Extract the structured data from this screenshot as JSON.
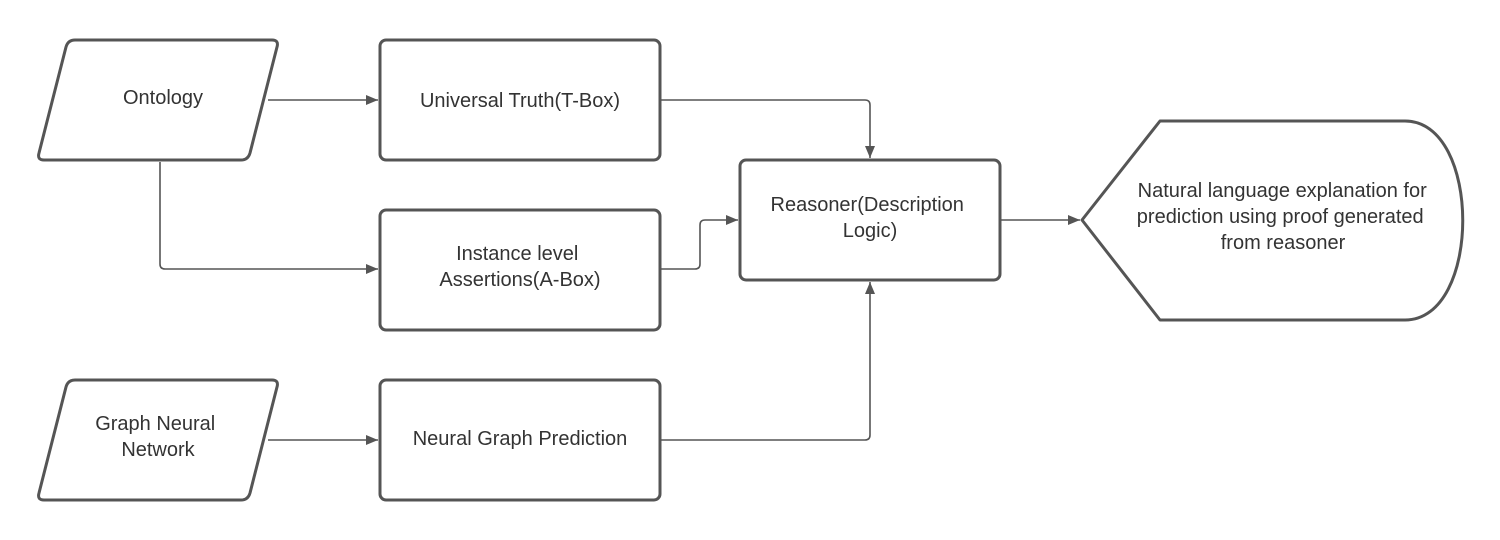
{
  "nodes": {
    "ontology": {
      "lines": [
        "Ontology"
      ]
    },
    "tbox": {
      "lines": [
        "Universal Truth(T-Box)"
      ]
    },
    "abox": {
      "lines": [
        "Instance level",
        "Assertions(A-Box)"
      ]
    },
    "gnn": {
      "lines": [
        "Graph Neural",
        "Network"
      ]
    },
    "prediction": {
      "lines": [
        "Neural Graph Prediction"
      ]
    },
    "reasoner": {
      "lines": [
        "Reasoner(Description",
        "Logic)"
      ]
    },
    "explanation": {
      "lines": [
        "Natural language explanation for",
        "prediction using proof generated",
        "from reasoner"
      ]
    }
  },
  "edges": [
    {
      "from": "ontology",
      "to": "tbox"
    },
    {
      "from": "ontology",
      "to": "abox"
    },
    {
      "from": "tbox",
      "to": "reasoner"
    },
    {
      "from": "abox",
      "to": "reasoner"
    },
    {
      "from": "gnn",
      "to": "prediction"
    },
    {
      "from": "prediction",
      "to": "reasoner"
    },
    {
      "from": "reasoner",
      "to": "explanation"
    }
  ],
  "colors": {
    "stroke": "#555555",
    "text": "#333333",
    "fill": "#ffffff"
  }
}
